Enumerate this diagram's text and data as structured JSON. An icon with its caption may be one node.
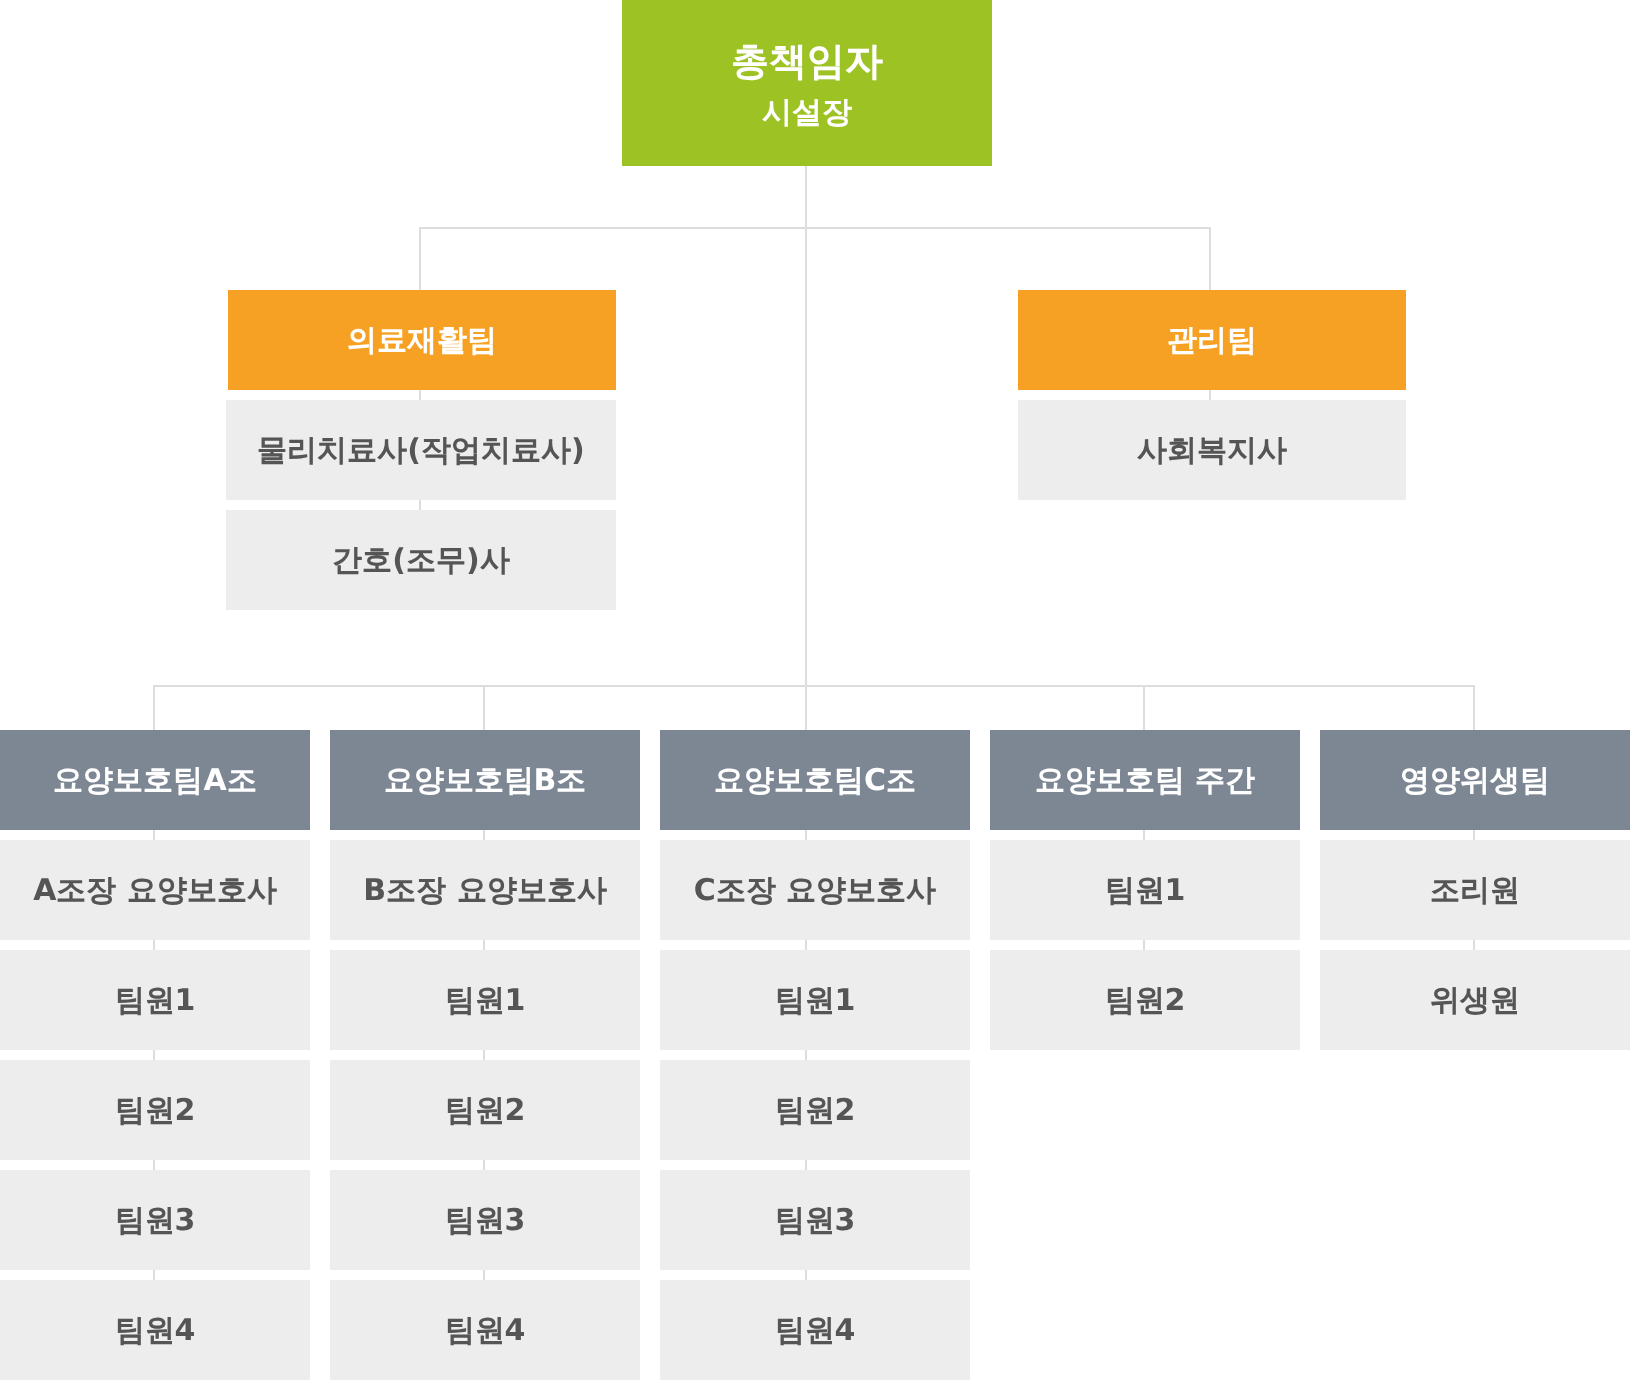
{
  "diagram": {
    "nodes": [
      {
        "text": [
          "총책임자",
          "시설장"
        ]
      },
      {
        "text": [
          "의료재활팀"
        ]
      },
      {
        "text": [
          "물리치료사(작업치료사)"
        ]
      },
      {
        "text": [
          "간호(조무)사"
        ]
      },
      {
        "text": [
          "관리팀"
        ]
      },
      {
        "text": [
          "사회복지사"
        ]
      },
      {
        "text": [
          "요양보호팀A조"
        ]
      },
      {
        "text": [
          "A조장 요양보호사"
        ]
      },
      {
        "text": [
          "팀원1"
        ]
      },
      {
        "text": [
          "팀원2"
        ]
      },
      {
        "text": [
          "팀원3"
        ]
      },
      {
        "text": [
          "팀원4"
        ]
      },
      {
        "text": [
          "요양보호팀B조"
        ]
      },
      {
        "text": [
          "B조장 요양보호사"
        ]
      },
      {
        "text": [
          "팀원1"
        ]
      },
      {
        "text": [
          "팀원2"
        ]
      },
      {
        "text": [
          "팀원3"
        ]
      },
      {
        "text": [
          "팀원4"
        ]
      },
      {
        "text": [
          "요양보호팀C조"
        ]
      },
      {
        "text": [
          "C조장 요양보호사"
        ]
      },
      {
        "text": [
          "팀원1"
        ]
      },
      {
        "text": [
          "팀원2"
        ]
      },
      {
        "text": [
          "팀원3"
        ]
      },
      {
        "text": [
          "팀원4"
        ]
      },
      {
        "text": [
          "요양보호팀 주간"
        ]
      },
      {
        "text": [
          "팀원1"
        ]
      },
      {
        "text": [
          "팀원2"
        ]
      },
      {
        "text": [
          "영양위생팀"
        ]
      },
      {
        "text": [
          "조리원"
        ]
      },
      {
        "text": [
          "위생원"
        ]
      }
    ],
    "edges": [
      {
        "from": 0,
        "to": 1,
        "arrow": "none"
      },
      {
        "from": 0,
        "to": 4,
        "arrow": "none"
      },
      {
        "from": 0,
        "to": 6,
        "arrow": "none"
      },
      {
        "from": 0,
        "to": 12,
        "arrow": "none"
      },
      {
        "from": 0,
        "to": 18,
        "arrow": "none"
      },
      {
        "from": 0,
        "to": 24,
        "arrow": "none"
      },
      {
        "from": 0,
        "to": 27,
        "arrow": "none"
      },
      {
        "from": 1,
        "to": 2,
        "arrow": "none"
      },
      {
        "from": 2,
        "to": 3,
        "arrow": "none"
      },
      {
        "from": 4,
        "to": 5,
        "arrow": "none"
      },
      {
        "from": 6,
        "to": 7,
        "arrow": "none"
      },
      {
        "from": 7,
        "to": 8,
        "arrow": "none"
      },
      {
        "from": 8,
        "to": 9,
        "arrow": "none"
      },
      {
        "from": 9,
        "to": 10,
        "arrow": "none"
      },
      {
        "from": 10,
        "to": 11,
        "arrow": "none"
      },
      {
        "from": 12,
        "to": 13,
        "arrow": "none"
      },
      {
        "from": 13,
        "to": 14,
        "arrow": "none"
      },
      {
        "from": 14,
        "to": 15,
        "arrow": "none"
      },
      {
        "from": 15,
        "to": 16,
        "arrow": "none"
      },
      {
        "from": 16,
        "to": 17,
        "arrow": "none"
      },
      {
        "from": 18,
        "to": 19,
        "arrow": "none"
      },
      {
        "from": 19,
        "to": 20,
        "arrow": "none"
      },
      {
        "from": 20,
        "to": 21,
        "arrow": "none"
      },
      {
        "from": 21,
        "to": 22,
        "arrow": "none"
      },
      {
        "from": 22,
        "to": 23,
        "arrow": "none"
      },
      {
        "from": 24,
        "to": 25,
        "arrow": "none"
      },
      {
        "from": 25,
        "to": 26,
        "arrow": "none"
      },
      {
        "from": 27,
        "to": 28,
        "arrow": "none"
      },
      {
        "from": 28,
        "to": 29,
        "arrow": "none"
      }
    ]
  }
}
